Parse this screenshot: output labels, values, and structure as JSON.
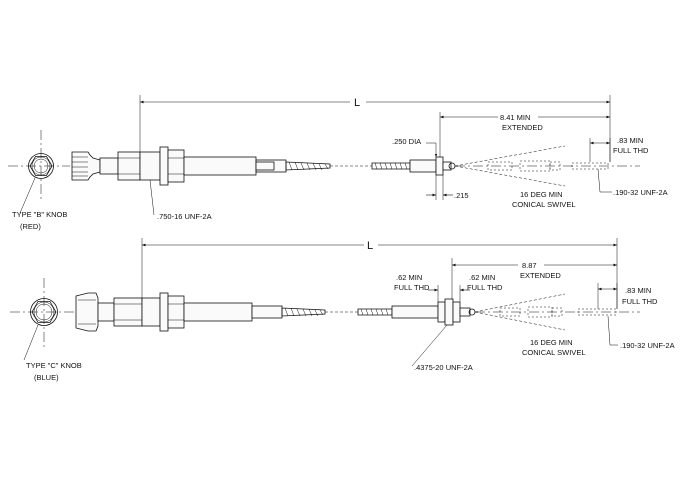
{
  "diagram_a": {
    "length_label": "L",
    "travel_label": "8.41 MIN",
    "travel_sub": "EXTENDED",
    "rod_dia": ".250 DIA",
    "offset_label": ".215",
    "angle_label": "16  DEG MIN",
    "angle_sub": "CONICAL SWIVEL",
    "thread_len_label": ".83 MIN",
    "thread_len_sub": "FULL THD",
    "end_thread": ".190-32 UNF-2A",
    "mount_thread": ".750-16 UNF-2A",
    "knob_label": "TYPE \"B\" KNOB",
    "knob_color": "(RED)"
  },
  "diagram_b": {
    "length_label": "L",
    "travel_label": "8.87",
    "travel_sub": "EXTENDED",
    "left_thd_label": ".62 MIN",
    "left_thd_sub": "FULL THD",
    "right_thd_label": ".62 MIN",
    "right_thd_sub": "FULL THD",
    "angle_label": "16  DEG MIN",
    "angle_sub": "CONICAL SWIVEL",
    "thread_len_label": ".83 MIN",
    "thread_len_sub": "FULL THD",
    "end_thread": ".190-32 UNF-2A",
    "mid_thread": ".4375-20 UNF-2A",
    "knob_label": "TYPE \"C\" KNOB",
    "knob_color": "(BLUE)"
  }
}
